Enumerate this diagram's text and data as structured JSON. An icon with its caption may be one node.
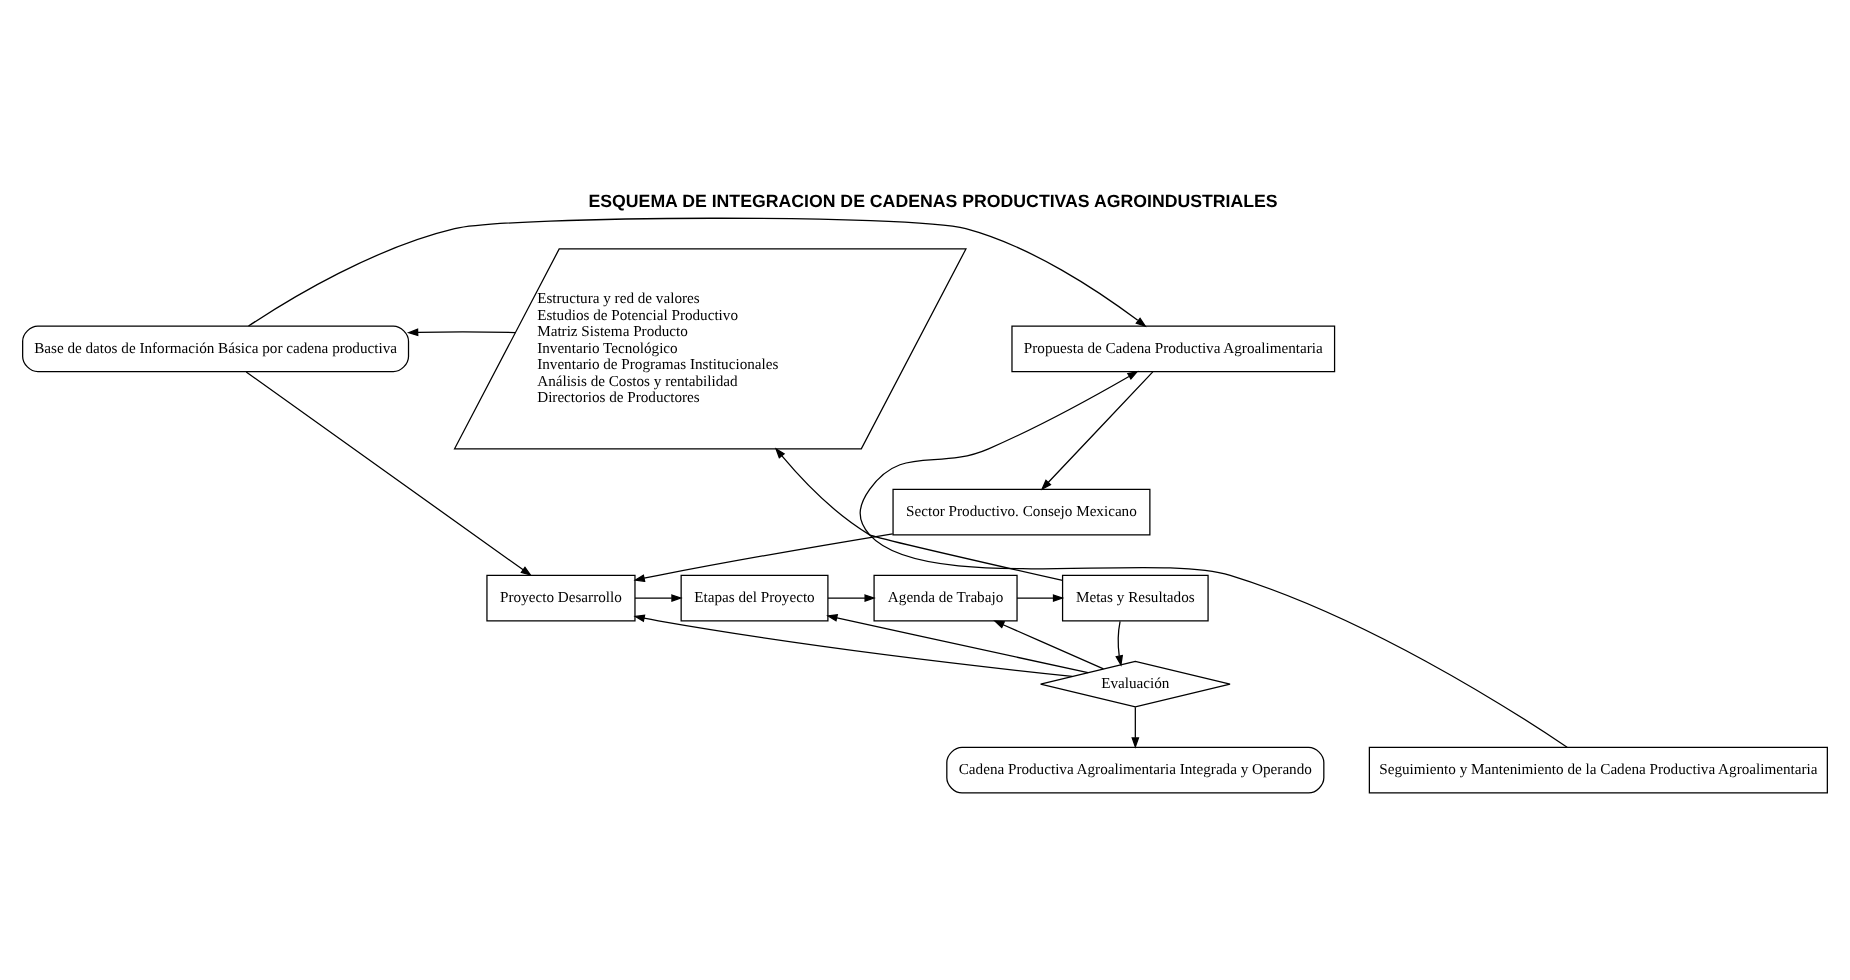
{
  "diagram": {
    "title": "ESQUEMA DE INTEGRACION DE CADENAS PRODUCTIVAS AGROINDUSTRIALES",
    "nodes": [
      {
        "text": [
          "Propuesta de Cadena Productiva Agroalimentaria"
        ]
      },
      {
        "text": [
          "Base de datos de Información Básica por cadena productiva"
        ]
      },
      {
        "text": [
          "Estructura y red de valores",
          "Estudios de Potencial Productivo",
          "Matriz Sistema Producto",
          "Inventario Tecnológico",
          "Inventario de Programas Institucionales",
          "Análisis de Costos y rentabilidad",
          "Directorios de Productores"
        ]
      },
      {
        "text": [
          "Sector Productivo. Consejo Mexicano"
        ]
      },
      {
        "text": [
          "Proyecto Desarrollo"
        ]
      },
      {
        "text": [
          "Etapas del Proyecto"
        ]
      },
      {
        "text": [
          "Agenda de Trabajo"
        ]
      },
      {
        "text": [
          "Metas y Resultados"
        ]
      },
      {
        "text": [
          "Evaluación"
        ]
      },
      {
        "text": [
          "Seguimiento y Mantenimiento de la Cadena Productiva Agroalimentaria"
        ]
      },
      {
        "text": [
          "Cadena Productiva Agroalimentaria Integrada y Operando"
        ]
      }
    ],
    "edges": [
      {
        "from": 2,
        "to": 1,
        "arrow": "to"
      },
      {
        "from": 1,
        "to": 0,
        "arrow": "to"
      },
      {
        "from": 1,
        "to": 4,
        "arrow": "to"
      },
      {
        "from": 0,
        "to": 3,
        "arrow": "to"
      },
      {
        "from": 3,
        "to": 4,
        "arrow": "to"
      },
      {
        "from": 4,
        "to": 5,
        "arrow": "to"
      },
      {
        "from": 5,
        "to": 6,
        "arrow": "to"
      },
      {
        "from": 6,
        "to": 7,
        "arrow": "to"
      },
      {
        "from": 7,
        "to": 2,
        "arrow": "to"
      },
      {
        "from": 7,
        "to": 8,
        "arrow": "to"
      },
      {
        "from": 8,
        "to": 4,
        "arrow": "to"
      },
      {
        "from": 8,
        "to": 5,
        "arrow": "to"
      },
      {
        "from": 8,
        "to": 6,
        "arrow": "to"
      },
      {
        "from": 8,
        "to": 10,
        "arrow": "to"
      },
      {
        "from": 9,
        "to": 0,
        "arrow": "to"
      }
    ]
  }
}
